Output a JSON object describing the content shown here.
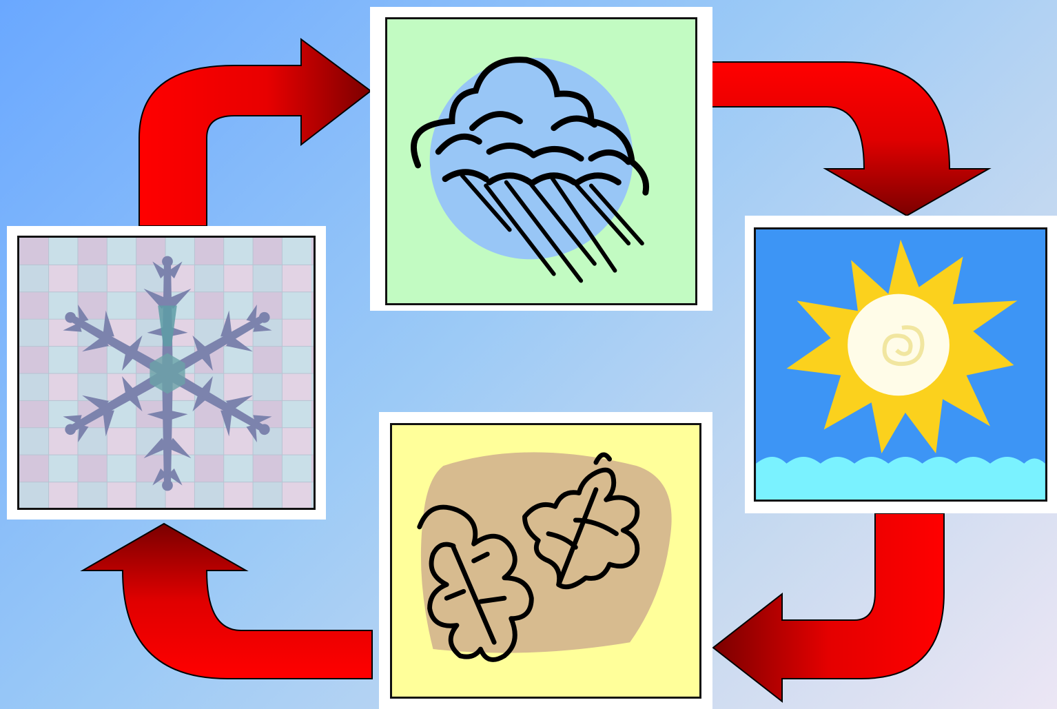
{
  "diagram": {
    "type": "cycle",
    "nodes": [
      {
        "id": "spring",
        "icon": "rain-cloud-icon",
        "background": "#c2fbc2"
      },
      {
        "id": "summer",
        "icon": "sun-icon",
        "background": "#3d95f5"
      },
      {
        "id": "autumn",
        "icon": "autumn-leaves-icon",
        "background": "#ffff9a"
      },
      {
        "id": "winter",
        "icon": "snowflake-icon",
        "background": "#c6d6e6"
      }
    ],
    "edges": [
      {
        "from": "winter",
        "to": "spring"
      },
      {
        "from": "spring",
        "to": "summer"
      },
      {
        "from": "summer",
        "to": "autumn"
      },
      {
        "from": "autumn",
        "to": "winter"
      }
    ],
    "colors": {
      "arrow_light": "#ff0000",
      "arrow_dark": "#8a0000",
      "card_frame": "#ffffff",
      "card_border": "#111111"
    }
  }
}
